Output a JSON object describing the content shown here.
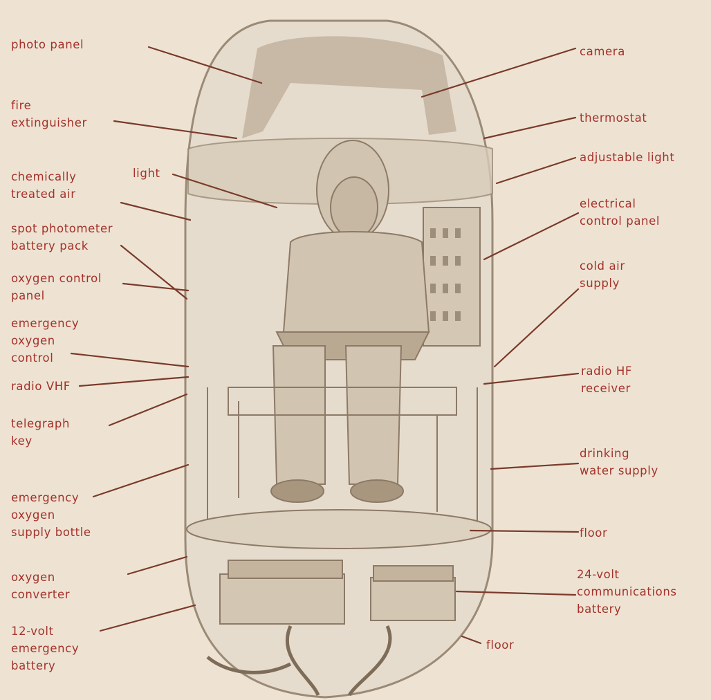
{
  "figure": {
    "colors": {
      "background": "#eee3d3",
      "label_text": "#a4322b",
      "leader_line": "#7a3a2a",
      "drawing": "#8c7a66",
      "capsule_fill": "#e6dccd"
    },
    "labels": {
      "photo_panel": [
        "photo panel"
      ],
      "fire_extinguisher": [
        "fire",
        "extinguisher"
      ],
      "light": [
        "light"
      ],
      "chemically_treated_air": [
        "chemically",
        "treated air"
      ],
      "spot_photometer_battery_pack": [
        "spot photometer",
        "battery pack"
      ],
      "oxygen_control_panel": [
        "oxygen control",
        "panel"
      ],
      "emergency_oxygen_control": [
        "emergency",
        "oxygen",
        "control"
      ],
      "radio_vhf": [
        "radio VHF"
      ],
      "telegraph_key": [
        "telegraph",
        "key"
      ],
      "emergency_oxygen_supply_bottle": [
        "emergency",
        "oxygen",
        "supply bottle"
      ],
      "oxygen_converter": [
        "oxygen",
        "converter"
      ],
      "emergency_battery_12v": [
        "12-volt",
        "emergency",
        "battery"
      ],
      "camera": [
        "camera"
      ],
      "thermostat": [
        "thermostat"
      ],
      "adjustable_light": [
        "adjustable light"
      ],
      "electrical_control_panel": [
        "electrical",
        "control panel"
      ],
      "cold_air_supply": [
        "cold air",
        "supply"
      ],
      "radio_hf_receiver": [
        "radio HF",
        "receiver"
      ],
      "drinking_water_supply": [
        "drinking",
        "water supply"
      ],
      "floor_upper": [
        "floor"
      ],
      "communications_battery_24v": [
        "24-volt",
        "communications",
        "battery"
      ],
      "floor_lower": [
        "floor"
      ]
    }
  }
}
